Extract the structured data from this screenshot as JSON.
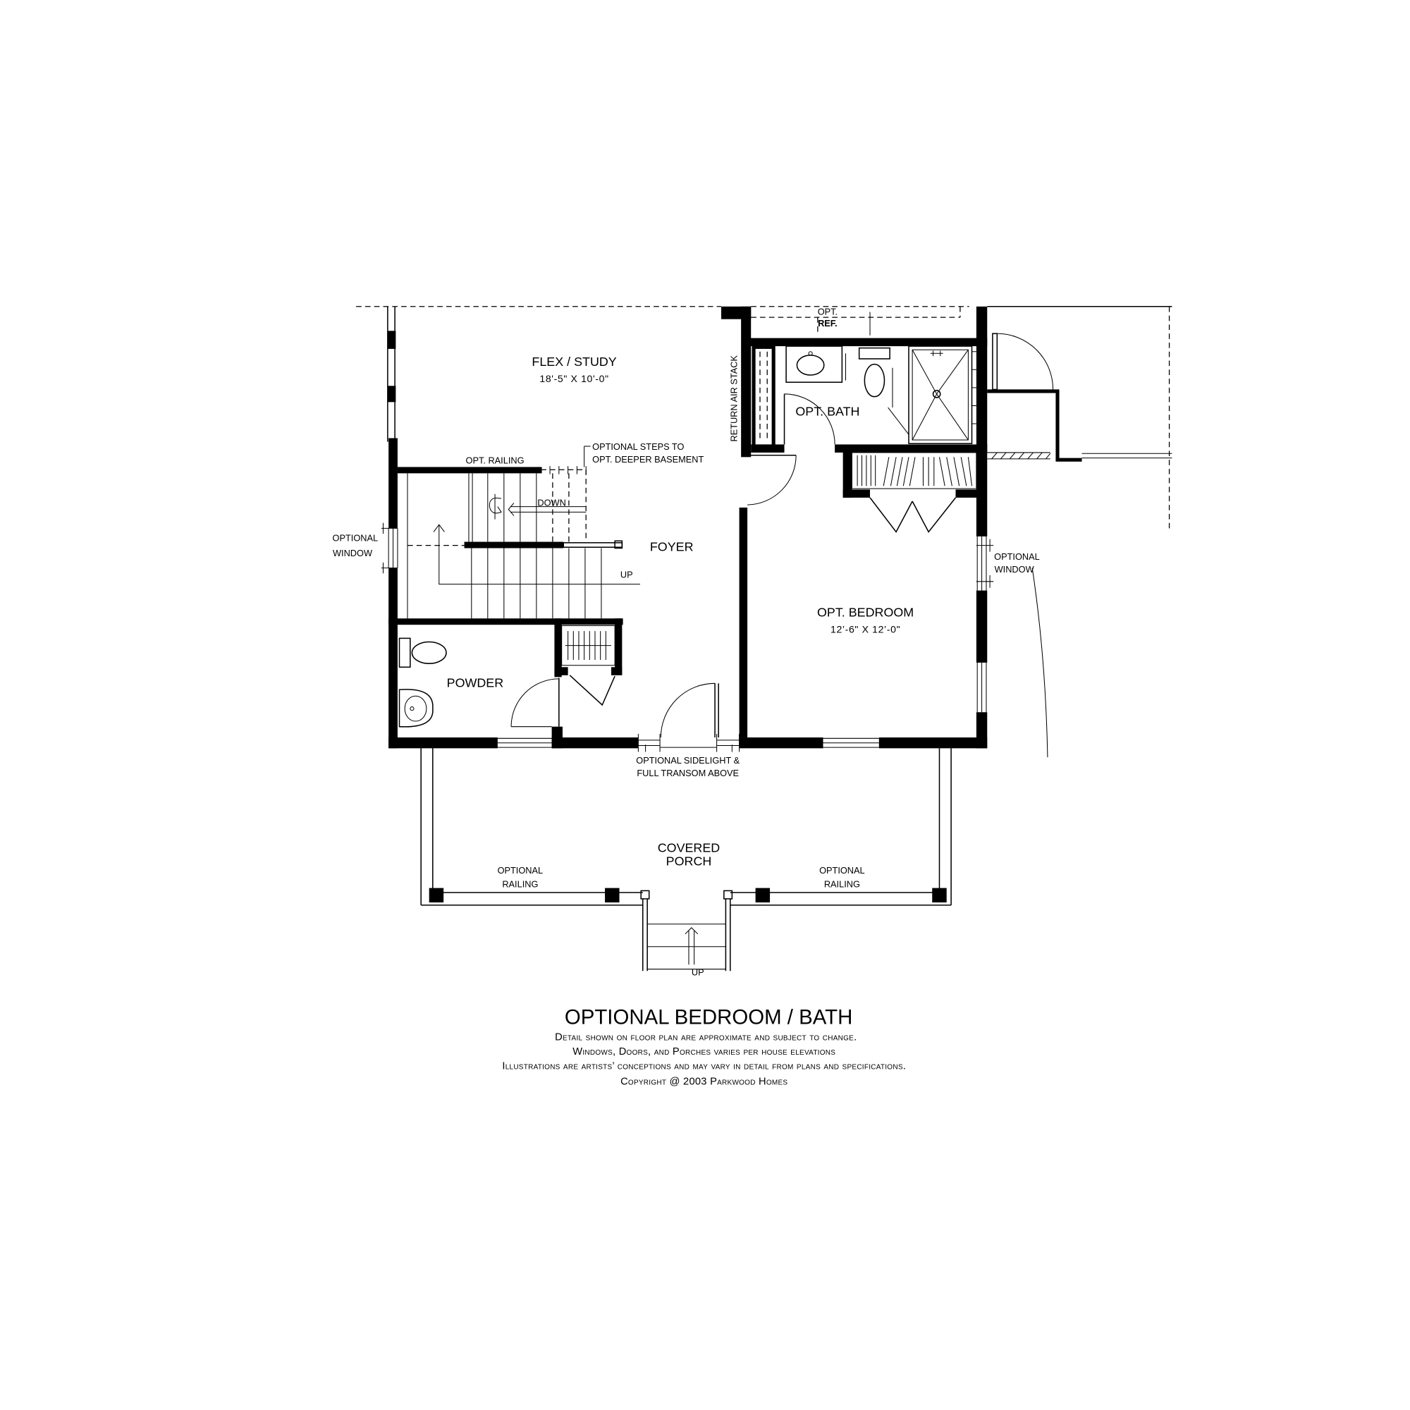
{
  "rooms": {
    "flex_study": {
      "name": "FLEX / STUDY",
      "size": "18'-5\" X 10'-0\""
    },
    "opt_bath": {
      "name": "OPT. BATH"
    },
    "foyer": {
      "name": "FOYER"
    },
    "opt_bedroom": {
      "name": "OPT. BEDROOM",
      "size": "12’-6\" X 12’-0\""
    },
    "powder": {
      "name": "POWDER"
    },
    "covered_porch": {
      "line1": "COVERED",
      "line2": "PORCH"
    }
  },
  "labels": {
    "opt_ref_1": "OPT.",
    "opt_ref_2": "REF.",
    "return_air_stack": "RETURN AIR STACK",
    "optional_steps_1": "OPTIONAL STEPS TO",
    "optional_steps_2": "OPT. DEEPER BASEMENT",
    "opt_railing": "OPT. RAILING",
    "down": "DOWN",
    "up_stair": "UP",
    "left_window_1": "OPTIONAL",
    "left_window_2": "WINDOW",
    "right_window_1": "OPTIONAL",
    "right_window_2": "WINDOW",
    "sidelight_1": "OPTIONAL SIDELIGHT &",
    "sidelight_2": "FULL TRANSOM ABOVE",
    "railing_left_1": "OPTIONAL",
    "railing_left_2": "RAILING",
    "railing_right_1": "OPTIONAL",
    "railing_right_2": "RAILING",
    "up_porch": "UP"
  },
  "footer": {
    "title": "OPTIONAL BEDROOM / BATH",
    "notes": [
      "Detail shown on floor plan are approximate and subject to change.",
      "Windows, Doors, and Porches varies per house elevations",
      "Illustrations are artists’ conceptions and may vary in detail from plans and specifications.",
      "Copyright @ 2003 Parkwood Homes"
    ]
  }
}
